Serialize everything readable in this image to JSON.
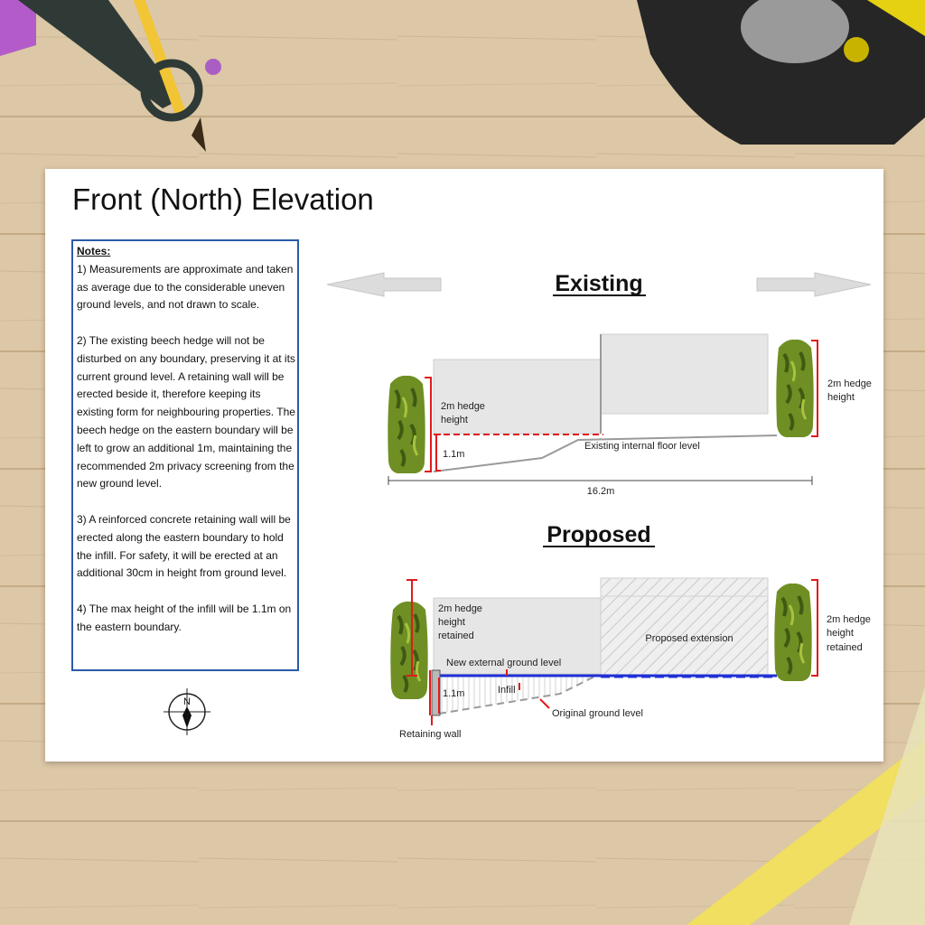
{
  "title": "Front (North) Elevation",
  "notes": {
    "heading": "Notes:",
    "items": [
      "1) Measurements are approximate and taken as average due to the considerable uneven ground levels, and not drawn to scale.",
      "2) The existing beech hedge will not be disturbed on any boundary, preserving it at its current ground level. A retaining wall will be erected beside it, therefore keeping its existing form for neighbouring properties. The beech hedge on the eastern boundary will be left to grow an additional 1m, maintaining the recommended 2m privacy screening from the new ground level.",
      "3) A reinforced concrete retaining wall will be erected along the eastern boundary to hold the infill. For safety, it will be erected at an additional 30cm in height from ground level.",
      "4) The max height of the infill will be 1.1m on the eastern boundary."
    ]
  },
  "compass": {
    "letter": "N",
    "icon": "north-arrow-compass-icon"
  },
  "existing": {
    "heading": "Existing",
    "left_hedge_label_1": "2m hedge",
    "left_hedge_label_2": "height",
    "right_hedge_label_1": "2m hedge",
    "right_hedge_label_2": "height",
    "depth_label": "1.1m",
    "floor_label": "Existing internal floor level",
    "width_label": "16.2m"
  },
  "proposed": {
    "heading": "Proposed",
    "left_hedge_label_1": "2m hedge",
    "left_hedge_label_2": "height",
    "left_hedge_label_3": "retained",
    "extension_label": "Proposed extension",
    "right_hedge_label_1": "2m hedge",
    "right_hedge_label_2": "height",
    "right_hedge_label_3": "retained",
    "new_ground_label": "New external ground level",
    "depth_label": "1.1m",
    "infill_label": "Infill",
    "original_ground_label": "Original ground level",
    "retaining_wall_label": "Retaining wall"
  },
  "colors": {
    "dimension_red": "#e01b1b",
    "new_ground_blue": "#1f2fd6",
    "notes_border": "#2b5aa8",
    "building_grey": "#e6e6e6",
    "hedge_green": "#6f8f24"
  }
}
